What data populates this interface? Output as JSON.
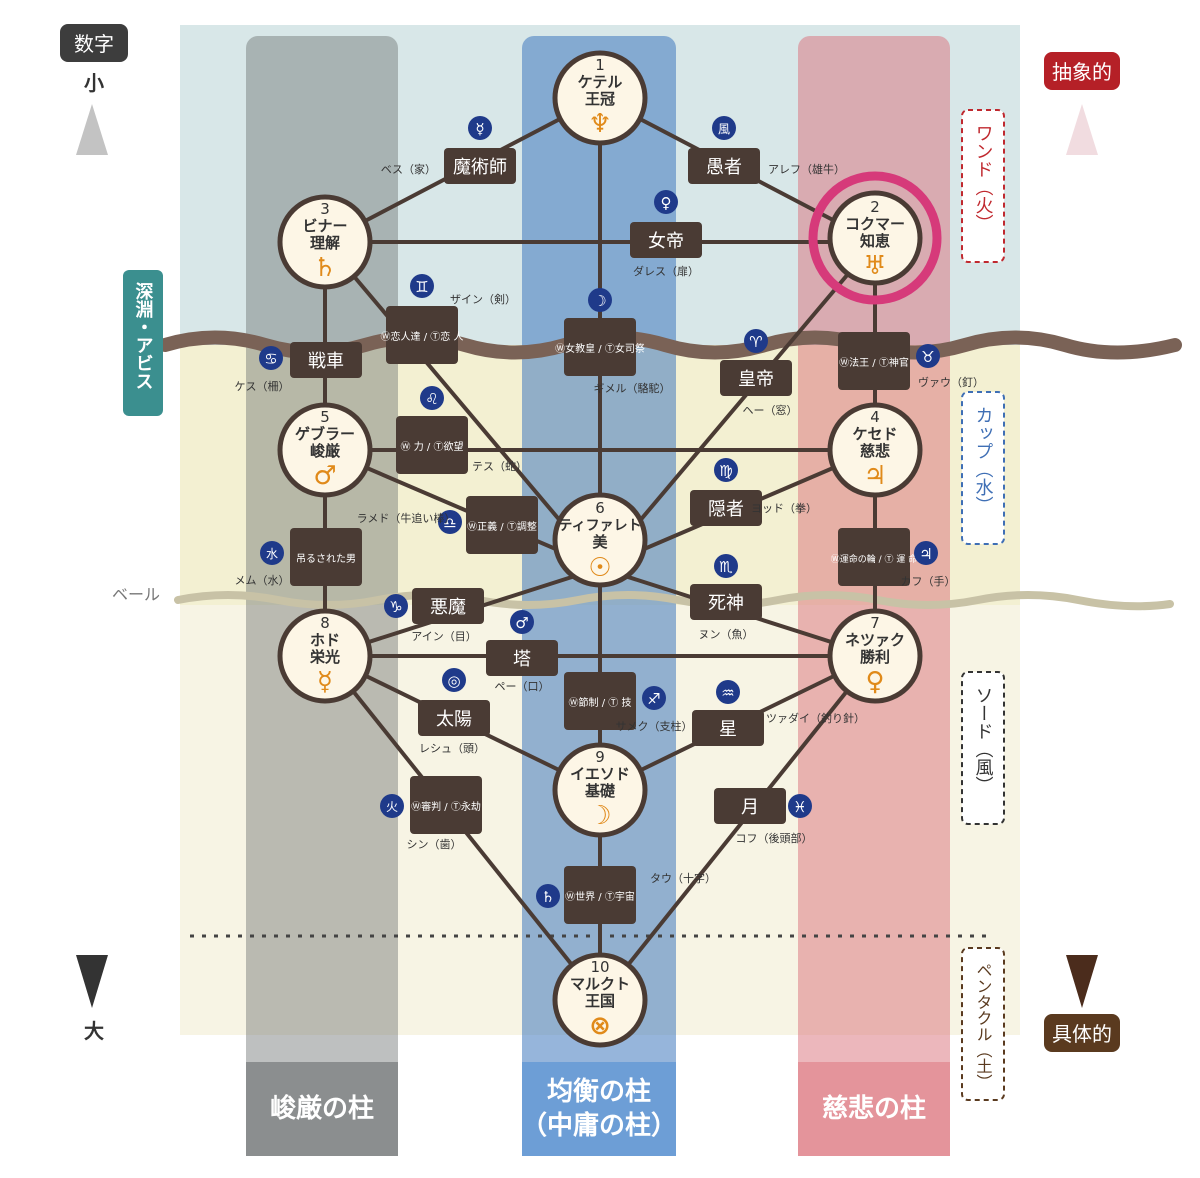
{
  "axis_left": {
    "label": "数字",
    "small": "小",
    "large": "大"
  },
  "axis_right": {
    "top": "抽象的",
    "bottom": "具体的"
  },
  "abyss_label": "深淵・アビス",
  "veil_label": "ベール",
  "suits": [
    {
      "text": "ワンド（火）",
      "color": "#c0292f"
    },
    {
      "text": "カップ（水）",
      "color": "#3f6fb5"
    },
    {
      "text": "ソード（風）",
      "color": "#333333"
    },
    {
      "text": "ペンタクル（土）",
      "color": "#5a3a1f"
    }
  ],
  "pillars": {
    "severity": "峻厳の柱",
    "balance": [
      "均衡の柱",
      "（中庸の柱）"
    ],
    "mercy": "慈悲の柱"
  },
  "sephiroth": [
    {
      "num": "1",
      "name": "ケテル",
      "meaning": "王冠",
      "symbol": "♆"
    },
    {
      "num": "2",
      "name": "コクマー",
      "meaning": "知恵",
      "symbol": "♅"
    },
    {
      "num": "3",
      "name": "ビナー",
      "meaning": "理解",
      "symbol": "♄"
    },
    {
      "num": "4",
      "name": "ケセド",
      "meaning": "慈悲",
      "symbol": "♃"
    },
    {
      "num": "5",
      "name": "ゲブラー",
      "meaning": "峻厳",
      "symbol": "♂"
    },
    {
      "num": "6",
      "name": "ティファレト",
      "meaning": "美",
      "symbol": "☉"
    },
    {
      "num": "7",
      "name": "ネツァク",
      "meaning": "勝利",
      "symbol": "♀"
    },
    {
      "num": "8",
      "name": "ホド",
      "meaning": "栄光",
      "symbol": "☿"
    },
    {
      "num": "9",
      "name": "イエソド",
      "meaning": "基礎",
      "symbol": "☽"
    },
    {
      "num": "10",
      "name": "マルクト",
      "meaning": "王国",
      "symbol": "⊗"
    }
  ],
  "paths": [
    {
      "card": "魔術師",
      "symbol": "☿",
      "letter": "ベス（家）"
    },
    {
      "card": "愚者",
      "symbol": "風",
      "letter": "アレフ（雄牛）"
    },
    {
      "card": "女帝",
      "symbol": "♀",
      "letter": "ダレス（扉）"
    },
    {
      "card": "Ⓦ恋人達 / Ⓣ恋 人",
      "symbol": "♊",
      "letter": "ザイン（剣）"
    },
    {
      "card": "Ⓦ女教皇 / Ⓣ女司祭",
      "symbol": "☽",
      "letter": "ギメル（駱駝）"
    },
    {
      "card": "皇帝",
      "symbol": "♈",
      "letter": "ヘー（窓）"
    },
    {
      "card": "Ⓦ法王 / Ⓣ神官",
      "symbol": "♉",
      "letter": "ヴァウ（釘）"
    },
    {
      "card": "戦車",
      "symbol": "♋",
      "letter": "ケス（柵）"
    },
    {
      "card": "Ⓦ 力 / Ⓣ欲望",
      "symbol": "♌",
      "letter": "テス（蛇）"
    },
    {
      "card": "隠者",
      "symbol": "♍",
      "letter": "ヨッド（拳）"
    },
    {
      "card": "Ⓦ正義 / Ⓣ調整",
      "symbol": "♎",
      "letter": "ラメド（牛追い棒）"
    },
    {
      "card": "Ⓦ運命の輪 / Ⓣ 運 命",
      "symbol": "♃",
      "letter": "カフ（手）"
    },
    {
      "card": "吊るされた男",
      "symbol": "水",
      "letter": "メム（水）"
    },
    {
      "card": "死神",
      "symbol": "♏",
      "letter": "ヌン（魚）"
    },
    {
      "card": "悪魔",
      "symbol": "♑",
      "letter": "アイン（目）"
    },
    {
      "card": "塔",
      "symbol": "♂",
      "letter": "ペー（口）"
    },
    {
      "card": "Ⓦ節制 / Ⓣ 技",
      "symbol": "♐",
      "letter": "サメク（支柱）"
    },
    {
      "card": "星",
      "symbol": "♒",
      "letter": "ツァダイ（釣り針）"
    },
    {
      "card": "太陽",
      "symbol": "◎",
      "letter": "レシュ（頭）"
    },
    {
      "card": "Ⓦ審判 / Ⓣ永劫",
      "symbol": "火",
      "letter": "シン（歯）"
    },
    {
      "card": "月",
      "symbol": "♓",
      "letter": "コフ（後頭部）"
    },
    {
      "card": "Ⓦ世界 / Ⓣ宇宙",
      "symbol": "♄",
      "letter": "タウ（十字）"
    }
  ],
  "colors": {
    "highlight": "#d63a7a",
    "box": "#4a3b34",
    "node_fill": "#fdf6e6",
    "symbol": "#e08a1a",
    "badge": "#1f3a8a"
  }
}
